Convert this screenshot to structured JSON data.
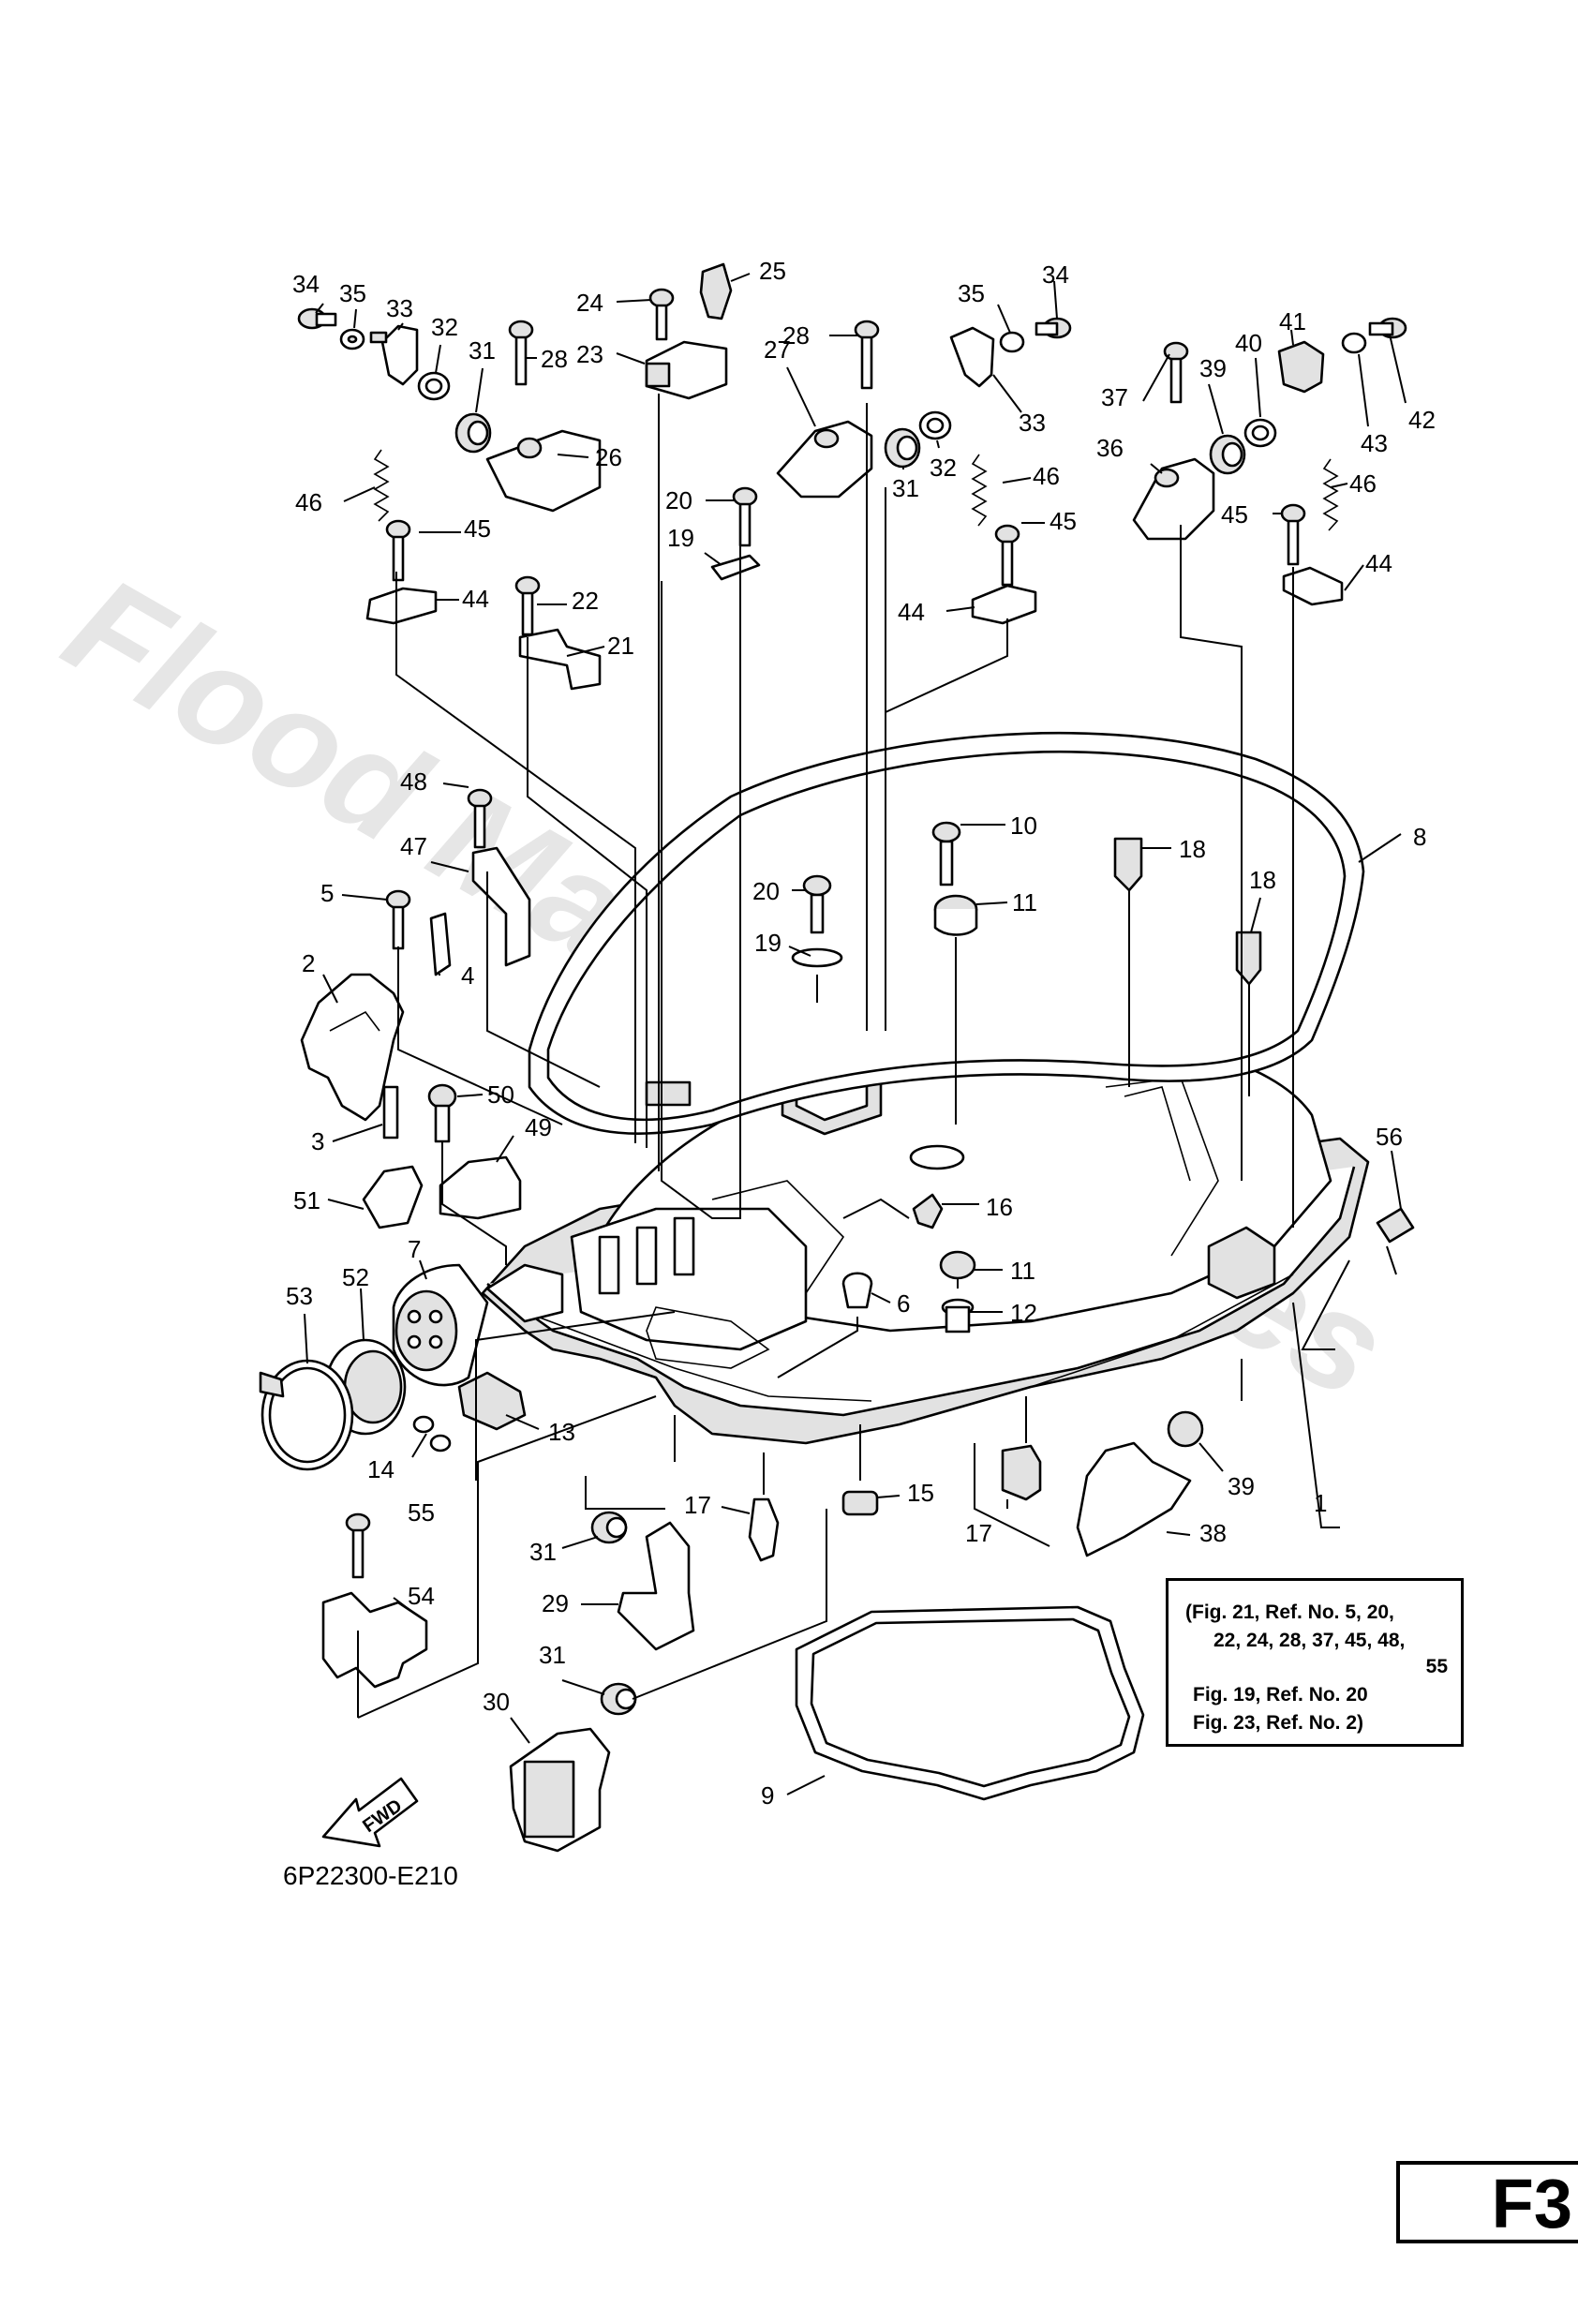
{
  "watermark": "Flood Marine Services",
  "diagram_code": "6P22300-E210",
  "figure_label": "F3",
  "fwd_arrow_label": "FWD",
  "note_box": {
    "lines": [
      "(Fig. 21, Ref. No. 5, 20,",
      "22, 24, 28, 37, 45, 48,",
      "55",
      "Fig. 19, Ref. No. 20",
      "Fig. 23, Ref. No. 2)"
    ]
  },
  "callouts": [
    {
      "label": "34"
    },
    {
      "label": "35"
    },
    {
      "label": "33"
    },
    {
      "label": "32"
    },
    {
      "label": "31"
    },
    {
      "label": "28"
    },
    {
      "label": "24"
    },
    {
      "label": "25"
    },
    {
      "label": "23"
    },
    {
      "label": "26"
    },
    {
      "label": "46"
    },
    {
      "label": "45"
    },
    {
      "label": "44"
    },
    {
      "label": "22"
    },
    {
      "label": "21"
    },
    {
      "label": "19"
    },
    {
      "label": "20"
    },
    {
      "label": "28"
    },
    {
      "label": "27"
    },
    {
      "label": "31"
    },
    {
      "label": "32"
    },
    {
      "label": "35"
    },
    {
      "label": "34"
    },
    {
      "label": "33"
    },
    {
      "label": "46"
    },
    {
      "label": "45"
    },
    {
      "label": "44"
    },
    {
      "label": "37"
    },
    {
      "label": "39"
    },
    {
      "label": "40"
    },
    {
      "label": "41"
    },
    {
      "label": "43"
    },
    {
      "label": "42"
    },
    {
      "label": "36"
    },
    {
      "label": "46"
    },
    {
      "label": "45"
    },
    {
      "label": "44"
    },
    {
      "label": "48"
    },
    {
      "label": "47"
    },
    {
      "label": "5"
    },
    {
      "label": "4"
    },
    {
      "label": "2"
    },
    {
      "label": "3"
    },
    {
      "label": "50"
    },
    {
      "label": "49"
    },
    {
      "label": "51"
    },
    {
      "label": "10"
    },
    {
      "label": "11"
    },
    {
      "label": "20"
    },
    {
      "label": "19"
    },
    {
      "label": "18"
    },
    {
      "label": "18"
    },
    {
      "label": "8"
    },
    {
      "label": "56"
    },
    {
      "label": "16"
    },
    {
      "label": "11"
    },
    {
      "label": "6"
    },
    {
      "label": "12"
    },
    {
      "label": "7"
    },
    {
      "label": "52"
    },
    {
      "label": "53"
    },
    {
      "label": "13"
    },
    {
      "label": "14"
    },
    {
      "label": "55"
    },
    {
      "label": "54"
    },
    {
      "label": "17"
    },
    {
      "label": "15"
    },
    {
      "label": "17"
    },
    {
      "label": "31"
    },
    {
      "label": "29"
    },
    {
      "label": "31"
    },
    {
      "label": "30"
    },
    {
      "label": "38"
    },
    {
      "label": "39"
    },
    {
      "label": "1"
    },
    {
      "label": "9"
    }
  ]
}
